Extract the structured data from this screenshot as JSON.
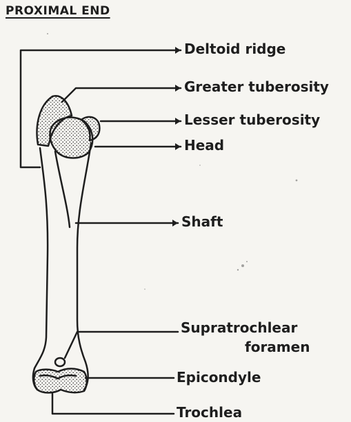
{
  "heading": "PROXIMAL END",
  "labels": {
    "deltoid_ridge": "Deltoid ridge",
    "greater_tuberosity": "Greater tuberosity",
    "lesser_tuberosity": "Lesser tuberosity",
    "head": "Head",
    "shaft": "Shaft",
    "supratrochlear_line1": "Supratrochlear",
    "supratrochlear_line2": "foramen",
    "epicondyle": "Epicondyle",
    "trochlea": "Trochlea"
  },
  "colors": {
    "ink": "#1e1e1e",
    "paper": "#f6f5f1"
  }
}
